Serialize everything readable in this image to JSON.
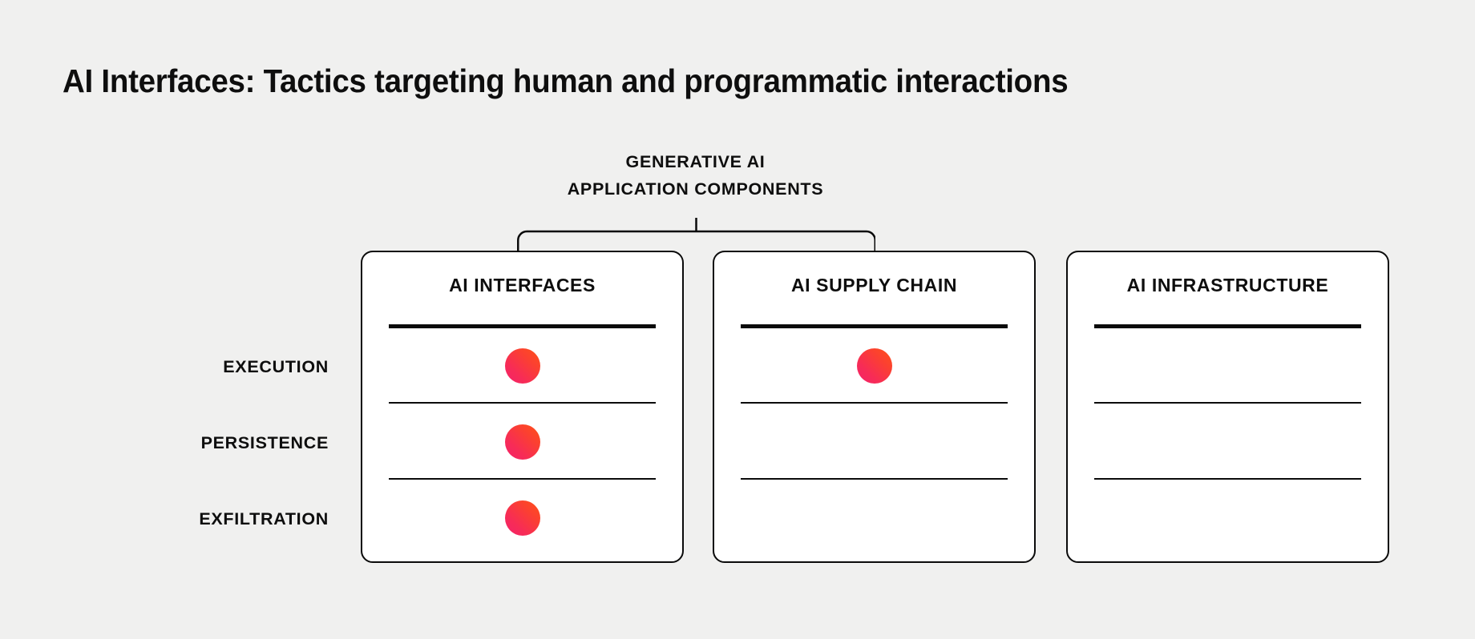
{
  "title": "AI Interfaces: Tactics targeting human and programmatic interactions",
  "group": {
    "label_line1": "GENERATIVE AI",
    "label_line2": "APPLICATION COMPONENTS"
  },
  "row_labels": [
    "EXECUTION",
    "PERSISTENCE",
    "EXFILTRATION"
  ],
  "colors": {
    "background": "#f0f0ef",
    "card_background": "#ffffff",
    "border": "#0b0b0b",
    "text": "#0e0e0e",
    "dot_gradient_start": "#f4216b",
    "dot_gradient_end": "#ff5118"
  },
  "columns": [
    {
      "header": "AI INTERFACES",
      "rows": [
        {
          "label": "EXECUTION",
          "has_dot": true
        },
        {
          "label": "PERSISTENCE",
          "has_dot": true
        },
        {
          "label": "EXFILTRATION",
          "has_dot": true
        }
      ]
    },
    {
      "header": "AI SUPPLY CHAIN",
      "rows": [
        {
          "label": "EXECUTION",
          "has_dot": true
        },
        {
          "label": "PERSISTENCE",
          "has_dot": false
        },
        {
          "label": "EXFILTRATION",
          "has_dot": false
        }
      ]
    },
    {
      "header": "AI INFRASTRUCTURE",
      "rows": [
        {
          "label": "EXECUTION",
          "has_dot": false
        },
        {
          "label": "PERSISTENCE",
          "has_dot": false
        },
        {
          "label": "EXFILTRATION",
          "has_dot": false
        }
      ]
    }
  ]
}
